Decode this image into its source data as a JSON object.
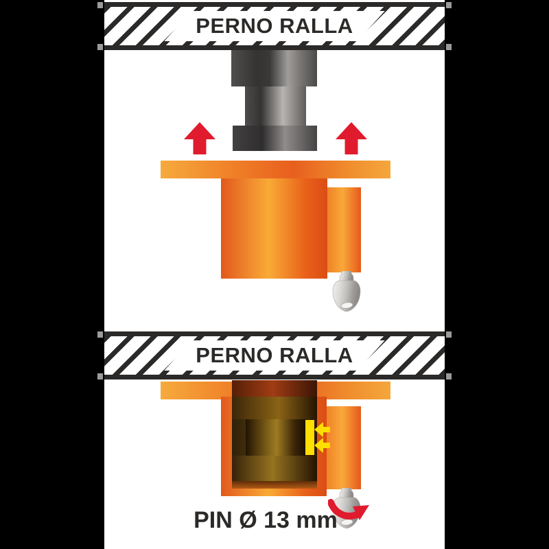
{
  "figure": {
    "top_panel": {
      "beam_label": "PERNO RALLA"
    },
    "bottom_panel": {
      "beam_label": "PERNO RALLA",
      "caption": "PIN Ø 13 mm"
    }
  },
  "colors": {
    "frame": "#000000",
    "canvas": "#ffffff",
    "ink": "#2b2a28",
    "orange_light": "#f9aa36",
    "orange_deep": "#e2581d",
    "signal_red": "#e01b2d",
    "signal_yellow": "#ffdf00",
    "metal_light": "#b7b4b2",
    "metal_dark": "#343332",
    "pin_seen_through": "#8a6316"
  },
  "icons": {
    "lift_arrow": "red up-arrow",
    "press_arrow": "yellow left-arrow",
    "rotate_arrow": "red curved rotation arrow",
    "release_lever": "metal key-shaped lever"
  }
}
